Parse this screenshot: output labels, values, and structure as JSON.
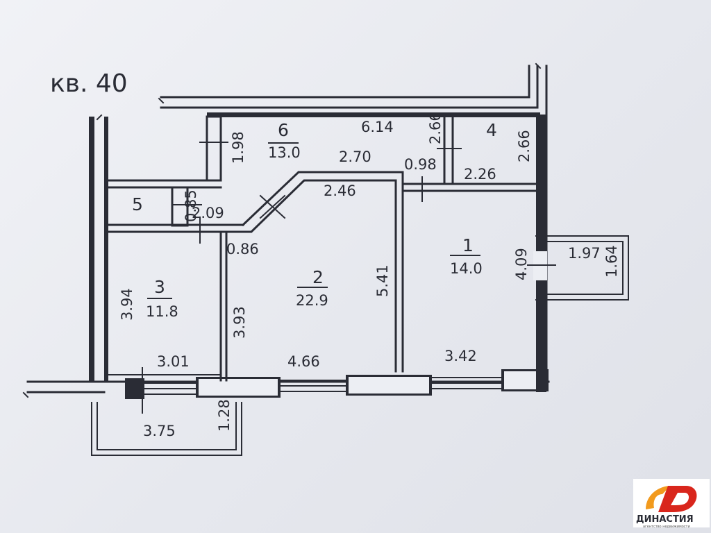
{
  "plan": {
    "title": "кв. 40",
    "rooms": [
      {
        "num": "1",
        "area": "14.0"
      },
      {
        "num": "2",
        "area": "22.9"
      },
      {
        "num": "3",
        "area": "11.8"
      },
      {
        "num": "4"
      },
      {
        "num": "5"
      },
      {
        "num": "6",
        "area": "13.0"
      }
    ],
    "dims": {
      "d614": "6.14",
      "d198": "1.98",
      "d266a": "2.66",
      "d266b": "2.66",
      "d270": "2.70",
      "d098": "0.98",
      "d226": "2.26",
      "d246": "2.46",
      "d085": "0.85",
      "d209": "2.09",
      "d086": "0.86",
      "d409": "4.09",
      "d197": "1.97",
      "d164": "1.64",
      "d394": "3.94",
      "d393": "3.93",
      "d541": "5.41",
      "d301": "3.01",
      "d466": "4.66",
      "d342": "3.42",
      "d375": "3.75",
      "d128": "1.28"
    }
  },
  "logo": {
    "name": "ДИНАСТИЯ",
    "tagline": "агентство недвижимости"
  },
  "colors": {
    "ink": "#2a2c35",
    "logo_red": "#d9261c",
    "logo_orange": "#f29a1d"
  }
}
